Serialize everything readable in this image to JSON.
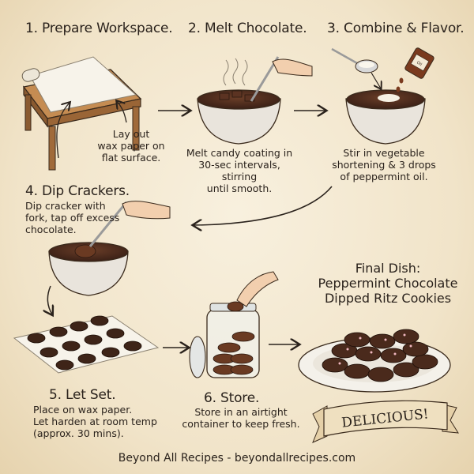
{
  "steps": [
    {
      "title": "1. Prepare Workspace.",
      "desc": "Lay out\nwax paper on\nflat surface."
    },
    {
      "title": "2. Melt Chocolate.",
      "desc": "Melt candy coating in\n30-sec intervals, stirring\nuntil smooth."
    },
    {
      "title": "3. Combine & Flavor.",
      "desc": "Stir in vegetable\nshortening & 3 drops\nof peppermint oil."
    },
    {
      "title": "4. Dip Crackers.",
      "desc": "Dip cracker with\nfork, tap off excess\nchocolate."
    },
    {
      "title": "5. Let Set.",
      "desc": "Place on wax paper.\nLet harden at room temp\n(approx. 30 mins)."
    },
    {
      "title": "6. Store.",
      "desc": "Store in an airtight\ncontainer to keep fresh."
    }
  ],
  "final": {
    "title": "Final Dish:\nPeppermint Chocolate\nDipped Ritz Cookies",
    "banner": "DELICIOUS!"
  },
  "bottle_label": "Oil",
  "footer": "Beyond All Recipes - beyondallrecipes.com",
  "colors": {
    "background": "#f1e4c9",
    "chocolate": "#4a2a1c",
    "wood": "#b07a45",
    "ink": "#2a221c"
  }
}
